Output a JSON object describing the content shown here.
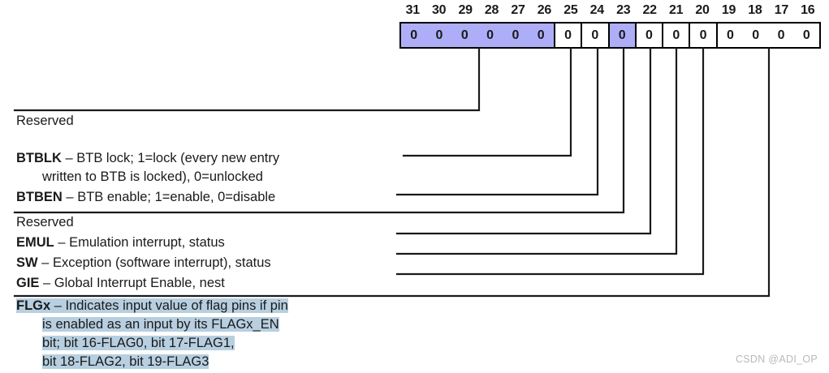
{
  "register": {
    "bit_numbers": [
      "31",
      "30",
      "29",
      "28",
      "27",
      "26",
      "25",
      "24",
      "23",
      "22",
      "21",
      "20",
      "19",
      "18",
      "17",
      "16"
    ],
    "bit_values": [
      "0",
      "0",
      "0",
      "0",
      "0",
      "0",
      "0",
      "0",
      "0",
      "0",
      "0",
      "0",
      "0",
      "0",
      "0",
      "0"
    ],
    "colors": {
      "reserved_fill": "#aeaef8",
      "cell_fill": "#ffffff",
      "border": "#000000",
      "highlight": "#b7cfe0"
    },
    "fields": [
      {
        "name": "Reserved",
        "bits": "31-26",
        "shaded": true,
        "cells": 6
      },
      {
        "name": "BTBLK",
        "bits": "25",
        "shaded": false,
        "cells": 1
      },
      {
        "name": "BTBEN",
        "bits": "24",
        "shaded": false,
        "cells": 1
      },
      {
        "name": "Reserved",
        "bits": "23",
        "shaded": true,
        "cells": 1
      },
      {
        "name": "EMUL",
        "bits": "22",
        "shaded": false,
        "cells": 1
      },
      {
        "name": "SW",
        "bits": "21",
        "shaded": false,
        "cells": 1
      },
      {
        "name": "GIE",
        "bits": "20",
        "shaded": false,
        "cells": 1
      },
      {
        "name": "FLGx",
        "bits": "19-16",
        "shaded": false,
        "cells": 4
      }
    ]
  },
  "labels": {
    "reserved_top": "Reserved",
    "btblk_name": "BTBLK",
    "btblk_desc": " – BTB lock; 1=lock (every new entry",
    "btblk_desc2": "written to BTB is locked), 0=unlocked",
    "btben_name": "BTBEN",
    "btben_desc": " – BTB enable; 1=enable, 0=disable",
    "reserved_mid": "Reserved",
    "emul_name": "EMUL",
    "emul_desc": " – Emulation interrupt, status",
    "sw_name": "SW",
    "sw_desc": " – Exception (software interrupt), status",
    "gie_name": "GIE",
    "gie_desc": " – Global Interrupt Enable, nest",
    "flgx_name": "FLGx",
    "flgx_desc1": " – Indicates input value of flag pins if pin",
    "flgx_desc2": "is enabled as an input by its FLAGx_EN",
    "flgx_desc3": "bit; bit 16-FLAG0, bit 17-FLAG1,",
    "flgx_desc4": "bit 18-FLAG2, bit 19-FLAG3"
  },
  "watermark": "CSDN @ADI_OP"
}
